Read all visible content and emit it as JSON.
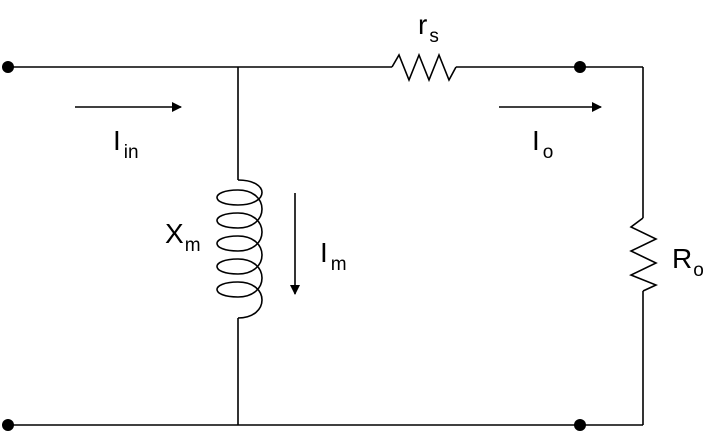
{
  "diagram": {
    "line_color": "#000000",
    "background": "#ffffff",
    "labels": {
      "rs": {
        "main": "r",
        "sub": "s"
      },
      "iin": {
        "main": "I",
        "sub": "in"
      },
      "io": {
        "main": "I",
        "sub": "o"
      },
      "xm": {
        "main": "X",
        "sub": "m"
      },
      "im": {
        "main": "I",
        "sub": "m"
      },
      "ro": {
        "main": "R",
        "sub": "o"
      }
    }
  }
}
